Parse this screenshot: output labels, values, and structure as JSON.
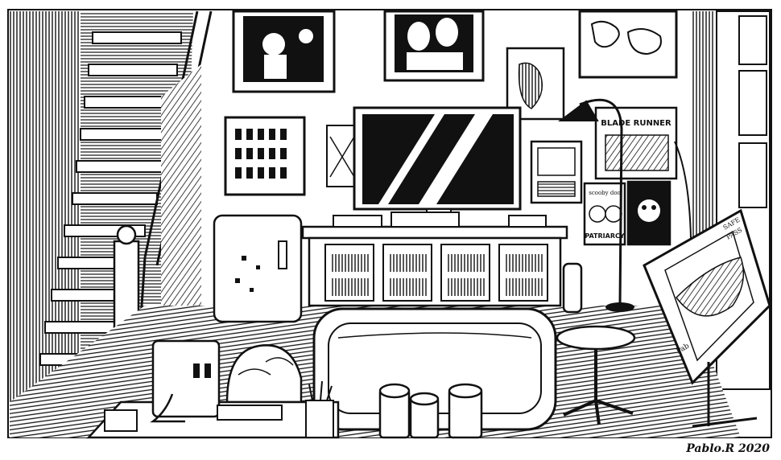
{
  "scene": {
    "poster_blade_runner": "BLADE RUNNER",
    "poster_scooby_top": "scooby doo",
    "poster_patriarcy": "PATRIARCY",
    "drafting_note_1": "SAFE",
    "drafting_note_2": "PASS",
    "drafting_note_3": "Pab",
    "signature": "Pablo.R 2020"
  }
}
